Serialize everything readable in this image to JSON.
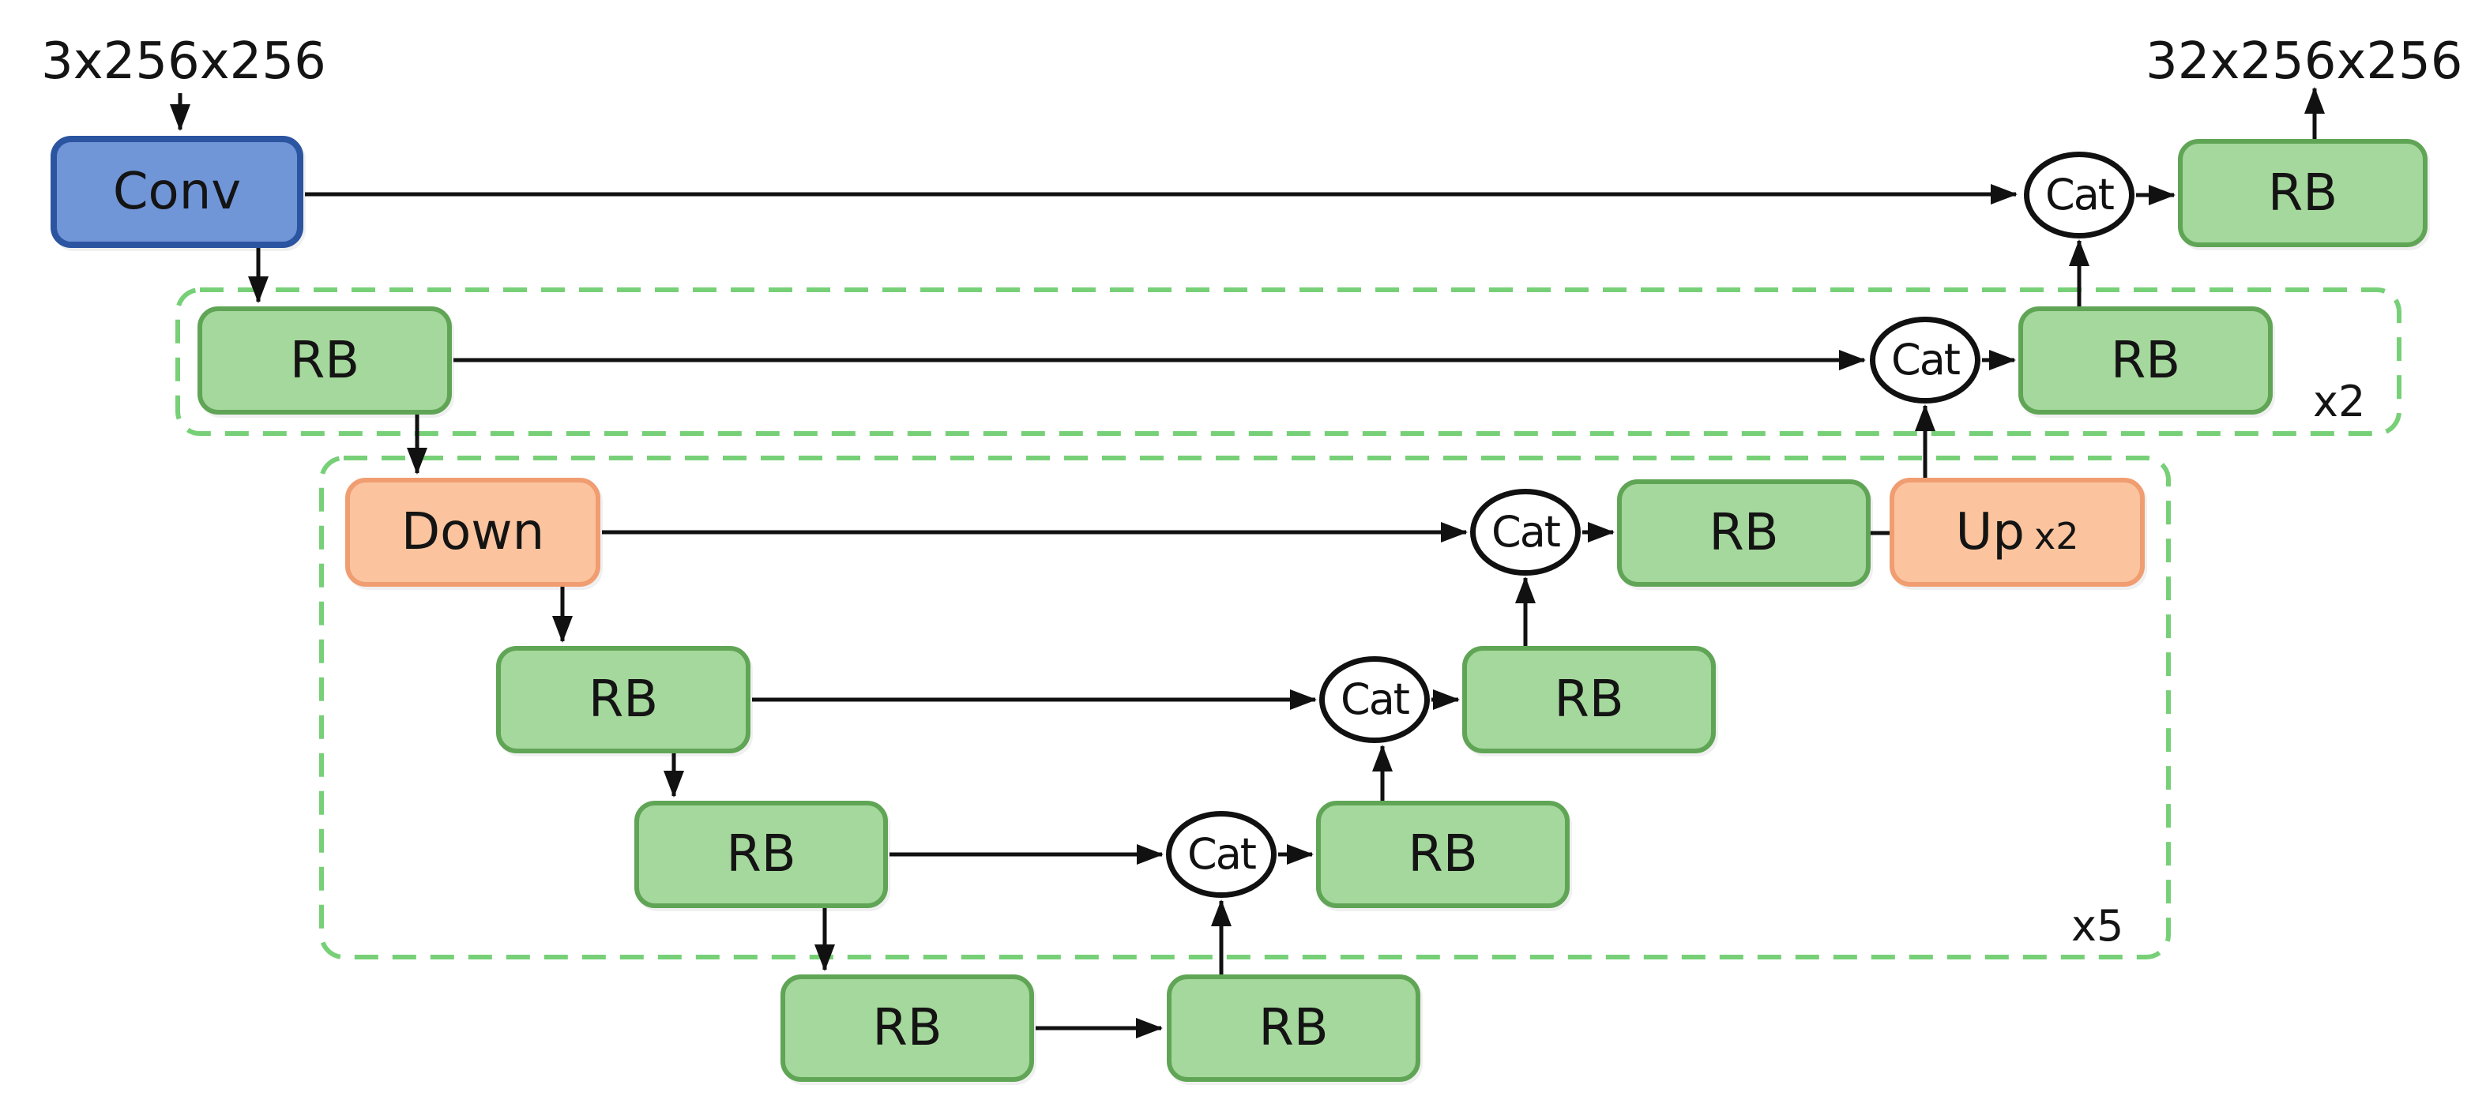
{
  "io": {
    "input_shape": "3x256x256",
    "output_shape": "32x256x256"
  },
  "nodes": {
    "conv": "Conv",
    "rb": "RB",
    "down": "Down",
    "up": "Up",
    "up_multiplier": "x2",
    "cat": "Cat"
  },
  "groups": {
    "x2_repeat": "x2",
    "x5_repeat": "x5"
  },
  "colors": {
    "conv_fill": "#7096D8",
    "conv_border": "#2B55A0",
    "rb_fill": "#A5D89C",
    "rb_border": "#60A556",
    "down_up_fill": "#FBC49E",
    "down_up_border": "#F09D71",
    "group_dashed_border": "#77D077",
    "cat_fill": "#FFFFFF",
    "cat_border": "#111111",
    "wire": "#111111",
    "background": "#FFFFFF"
  }
}
